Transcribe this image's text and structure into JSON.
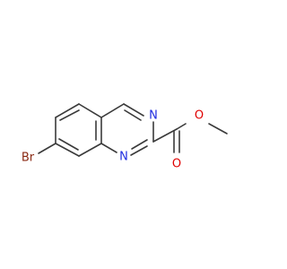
{
  "molecule": {
    "atoms": {
      "n3": {
        "symbol": "N",
        "color": "#1f2de0"
      },
      "n1": {
        "symbol": "N",
        "color": "#1f2de0"
      },
      "br": {
        "symbol": "Br",
        "color": "#8b2a14"
      },
      "o_carbonyl": {
        "symbol": "O",
        "color": "#e00000"
      },
      "o_ester": {
        "symbol": "O",
        "color": "#e00000"
      }
    },
    "bond_color": "#3a3a3a",
    "background": "#ffffff"
  }
}
